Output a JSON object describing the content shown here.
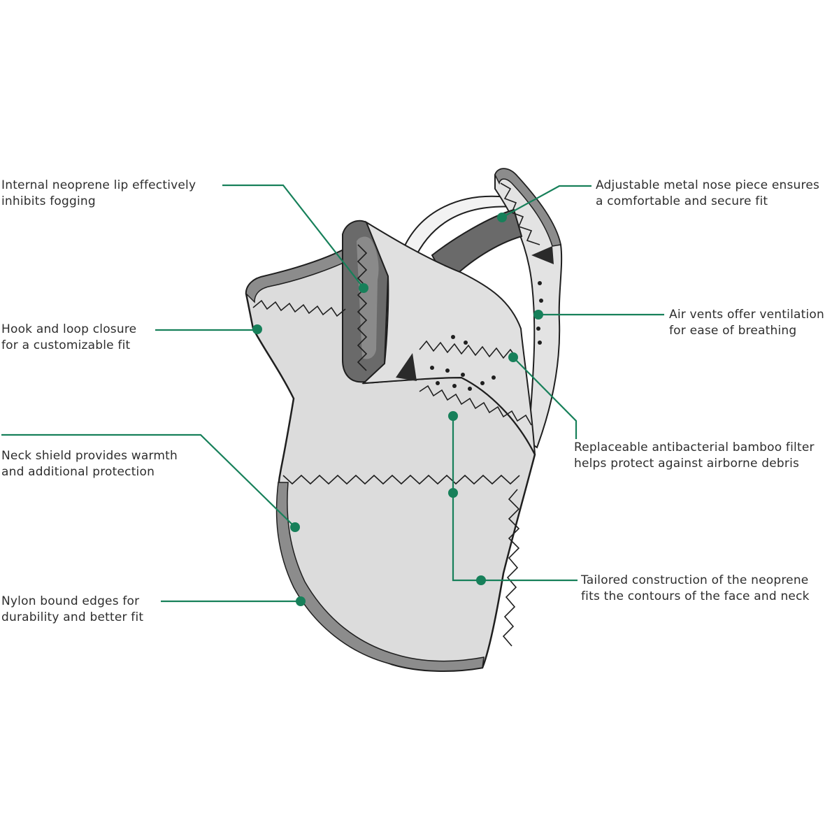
{
  "colors": {
    "leader": "#17805a",
    "fabric": "#dcdcdc",
    "binding": "#8c8c8c",
    "dark_panel": "#6a6a6a",
    "outline": "#1f1f1f",
    "text": "#2e2e2e"
  },
  "callouts": [
    {
      "id": "internal-lip",
      "lines": [
        "Internal neoprene lip effectively",
        "inhibits fogging"
      ]
    },
    {
      "id": "hook-loop",
      "lines": [
        "Hook and loop closure",
        "for a customizable fit"
      ]
    },
    {
      "id": "neck-shield",
      "lines": [
        "Neck shield provides warmth",
        "and additional protection"
      ]
    },
    {
      "id": "nylon-edges",
      "lines": [
        "Nylon bound edges for",
        "durability and better fit"
      ]
    },
    {
      "id": "nose-piece",
      "lines": [
        "Adjustable metal nose piece ensures",
        "a comfortable and secure fit"
      ]
    },
    {
      "id": "air-vents",
      "lines": [
        "Air vents offer ventilation",
        "for ease of breathing"
      ]
    },
    {
      "id": "bamboo-filter",
      "lines": [
        "Replaceable antibacterial bamboo filter",
        "helps protect against airborne debris"
      ]
    },
    {
      "id": "tailored",
      "lines": [
        "Tailored construction of the neoprene",
        "fits the contours of the face and neck"
      ]
    }
  ]
}
